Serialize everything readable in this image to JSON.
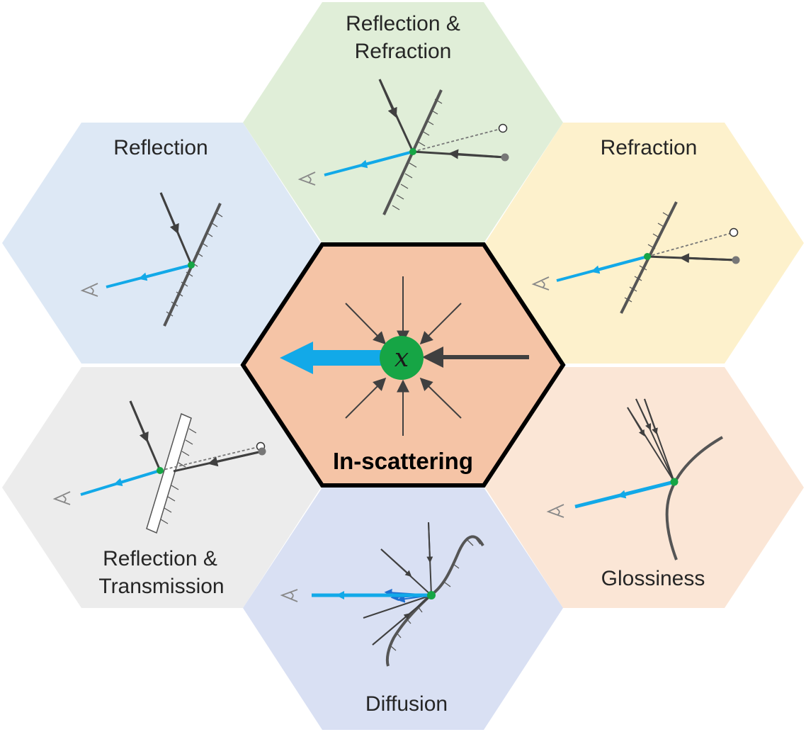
{
  "colors": {
    "reflection_bg": "#dde8f5",
    "reflection_refraction_bg": "#e0eed8",
    "refraction_bg": "#fdf1cc",
    "transmission_bg": "#ececec",
    "diffusion_bg": "#d9e0f3",
    "glossiness_bg": "#fbe6d6",
    "center_bg": "#f5c4a6",
    "ray_dark": "#404040",
    "ray_blue": "#12a9e8",
    "point_green": "#16a545"
  },
  "tiles": {
    "reflection": {
      "label": "Reflection"
    },
    "reflection_refraction": {
      "line1": "Reflection &",
      "line2": "Refraction"
    },
    "refraction": {
      "label": "Refraction"
    },
    "reflection_transmission": {
      "line1": "Reflection &",
      "line2": "Transmission"
    },
    "diffusion": {
      "label": "Diffusion"
    },
    "glossiness": {
      "label": "Glossiness"
    }
  },
  "center": {
    "label": "In-scattering",
    "point_symbol": "x"
  }
}
